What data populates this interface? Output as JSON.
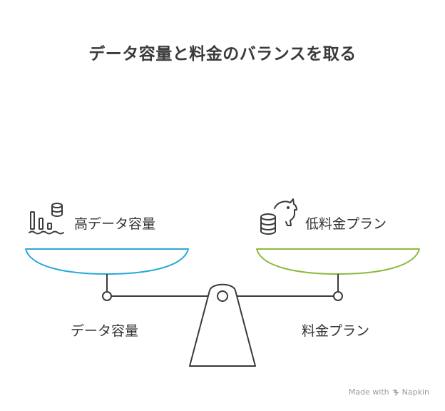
{
  "title": "データ容量と料金のバランスを取る",
  "left_pan": {
    "heading": "高データ容量",
    "label": "データ容量",
    "color": "#29A9D8",
    "icon": "data-storage-chart-icon"
  },
  "right_pan": {
    "heading": "低料金プラン",
    "label": "料金プラン",
    "color": "#8DBA3D",
    "icon": "piggy-bank-coins-icon"
  },
  "footer": {
    "made_with": "Made with",
    "brand": "Napkin",
    "icon": "napkin-logo-icon"
  }
}
